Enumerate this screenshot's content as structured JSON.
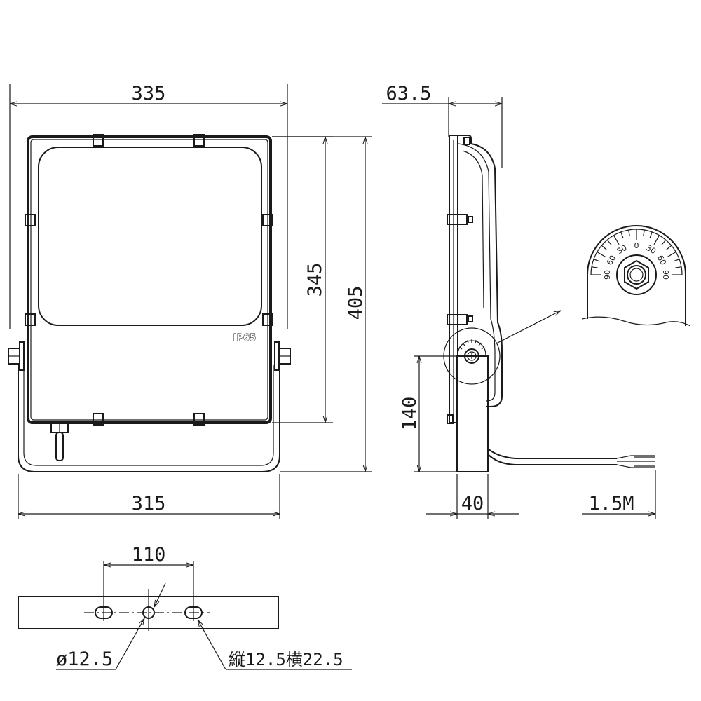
{
  "front_view": {
    "dim_width_top": "335",
    "dim_height_inner": "345",
    "dim_height_total": "405",
    "dim_width_bottom": "315",
    "badge": "IP65"
  },
  "side_view": {
    "dim_depth": "63.5",
    "dim_mount_height": "140",
    "dim_bracket_width": "40",
    "dim_cable_length": "1.5M"
  },
  "tilt_scale": {
    "labels": [
      "90",
      "60",
      "30",
      "0",
      "30",
      "60",
      "90"
    ]
  },
  "bracket_view": {
    "dim_hole_spacing": "110",
    "hole_round": "ø12.5",
    "hole_slot": "縦12.5横22.5"
  }
}
